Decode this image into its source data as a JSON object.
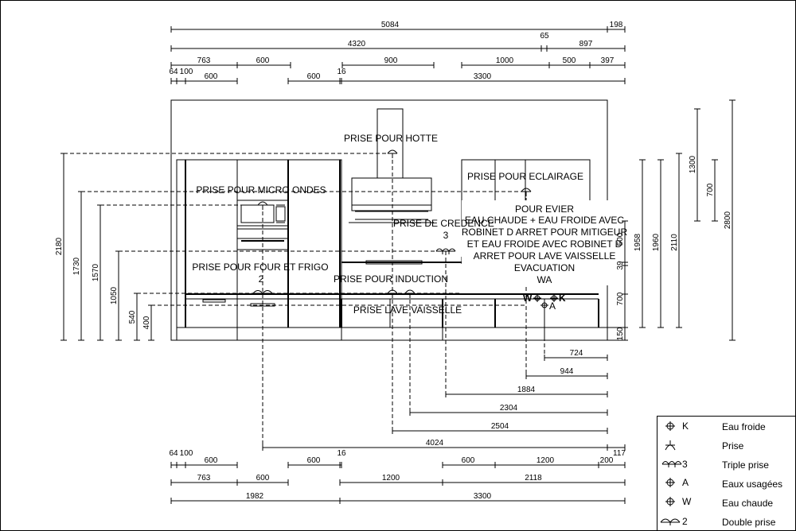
{
  "dimensions": {
    "top_row1": [
      "5084",
      "198"
    ],
    "top_row2": [
      "4320",
      "65",
      "897"
    ],
    "top_row3": [
      "763",
      "600",
      "900",
      "1000",
      "500",
      "397"
    ],
    "top_row4": [
      "64",
      "100",
      "600",
      "600",
      "16",
      "3300"
    ],
    "left_heights": [
      "2180",
      "1730",
      "1570",
      "1050",
      "540",
      "400"
    ],
    "right_heights": [
      "1958",
      "1960",
      "2110",
      "2800",
      "1300",
      "700",
      "700",
      "150",
      "39",
      "500"
    ],
    "lower_offsets": [
      "724",
      "944",
      "1884",
      "2304",
      "2504",
      "4024",
      "117"
    ],
    "bottom_row1": [
      "64",
      "100",
      "600",
      "600",
      "16",
      "600",
      "1200",
      "200"
    ],
    "bottom_row2": [
      "763",
      "600",
      "1200",
      "2118"
    ],
    "bottom_row3": [
      "1982",
      "3300"
    ]
  },
  "labels": {
    "hotte": "PRISE POUR HOTTE",
    "eclairage": "PRISE POUR ECLAIRAGE",
    "micro_ondes": "PRISE POUR MICRO ONDES",
    "credence": "PRISE DE CREDENCE",
    "credence_count": "3",
    "four_frigo": "PRISE POUR FOUR ET FRIGO",
    "four_frigo_count": "2",
    "induction": "PRISE POUR INDUCTION",
    "lave_vaisselle": "PRISE LAVE VAISSELLE",
    "evier_lines": [
      "POUR EVIER",
      "EAU CHAUDE + EAU FROIDE AVEC",
      "ROBINET D ARRET POUR MITIGEUR",
      "ET EAU FROIDE AVEC ROBINET D",
      "ARRET POUR LAVE VAISSELLE",
      "EVACUATION",
      "WA"
    ],
    "symbol_w": "W",
    "symbol_k": "K",
    "symbol_a": "A"
  },
  "legend": {
    "items": [
      {
        "symbol": "K",
        "icon": "crosshair-circle-icon",
        "label": "Eau froide"
      },
      {
        "symbol": "",
        "icon": "socket-icon",
        "label": "Prise"
      },
      {
        "symbol": "3",
        "icon": "triple-socket-icon",
        "label": "Triple prise"
      },
      {
        "symbol": "A",
        "icon": "crosshair-circle-icon",
        "label": "Eaux usagées"
      },
      {
        "symbol": "W",
        "icon": "crosshair-circle-icon",
        "label": "Eau chaude"
      },
      {
        "symbol": "2",
        "icon": "double-socket-icon",
        "label": "Double prise"
      }
    ]
  }
}
